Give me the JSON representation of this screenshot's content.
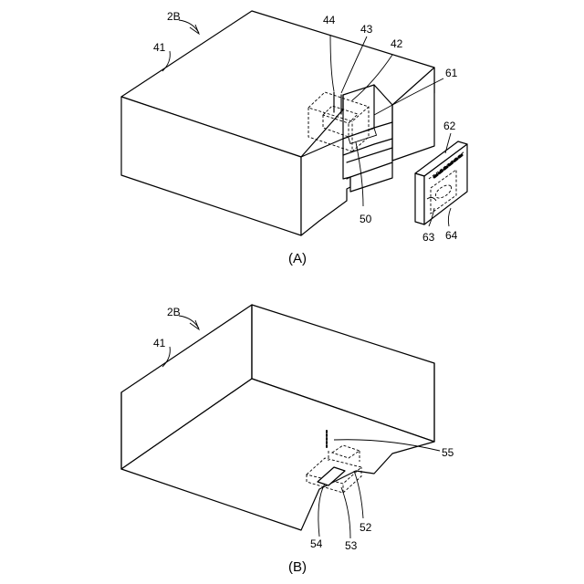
{
  "figure_a": {
    "caption": "(A)",
    "labels": {
      "ref_2b": "2B",
      "ref_41": "41",
      "ref_44": "44",
      "ref_43": "43",
      "ref_42": "42",
      "ref_61": "61",
      "ref_62": "62",
      "ref_50": "50",
      "ref_63": "63",
      "ref_64": "64"
    }
  },
  "figure_b": {
    "caption": "(B)",
    "labels": {
      "ref_2b": "2B",
      "ref_41": "41",
      "ref_55": "55",
      "ref_52": "52",
      "ref_54": "54",
      "ref_53": "53"
    }
  }
}
